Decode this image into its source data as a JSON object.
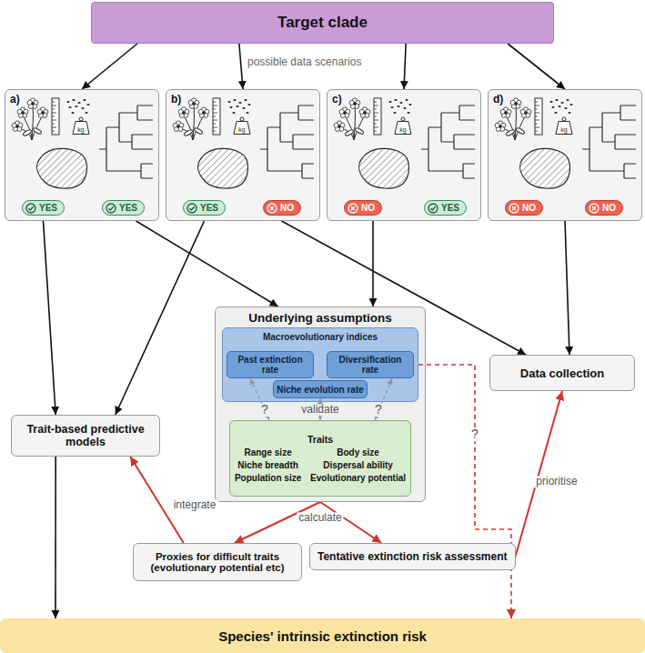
{
  "diagram": {
    "nodes": [
      {
        "text": [
          "Target clade"
        ]
      },
      {
        "text": [
          "a)",
          "YES",
          "YES"
        ]
      },
      {
        "text": [
          "b)",
          "YES",
          "NO"
        ]
      },
      {
        "text": [
          "c)",
          "NO",
          "YES"
        ]
      },
      {
        "text": [
          "d)",
          "NO",
          "NO"
        ]
      },
      {
        "text": [
          "Underlying assumptions"
        ]
      },
      {
        "text": [
          "Macroevolutionary indices"
        ],
        "in": 5
      },
      {
        "text": [
          "Past extinction rate"
        ],
        "in": 6
      },
      {
        "text": [
          "Diversification rate"
        ],
        "in": 6
      },
      {
        "text": [
          "Niche evolution rate"
        ],
        "in": 6
      },
      {
        "text": [
          "Traits",
          "Range size",
          "Body size",
          "Niche breadth",
          "Dispersal ability",
          "Population size",
          "Evolutionary potential"
        ],
        "in": 5
      },
      {
        "text": [
          "Data collection"
        ]
      },
      {
        "text": [
          "Trait-based predictive models"
        ]
      },
      {
        "text": [
          "Proxies for difficult traits (evolutionary potential etc)"
        ]
      },
      {
        "text": [
          "Tentative extinction risk assessment"
        ]
      },
      {
        "text": [
          "Species' intrinsic extinction risk"
        ]
      }
    ],
    "edges": [
      {
        "from": 0,
        "to": 1,
        "arrow": "to"
      },
      {
        "from": 0,
        "to": 2,
        "arrow": "to"
      },
      {
        "from": 0,
        "to": 3,
        "arrow": "to"
      },
      {
        "from": 0,
        "to": 4,
        "arrow": "to"
      },
      {
        "from": 1,
        "to": 12,
        "arrow": "to"
      },
      {
        "from": 1,
        "to": 5,
        "arrow": "to"
      },
      {
        "from": 2,
        "to": 12,
        "arrow": "to"
      },
      {
        "from": 2,
        "to": 11,
        "arrow": "to"
      },
      {
        "from": 3,
        "to": 5,
        "arrow": "to"
      },
      {
        "from": 4,
        "to": 11,
        "arrow": "to"
      },
      {
        "from": 12,
        "to": 15,
        "arrow": "to"
      },
      {
        "from": 13,
        "to": 12,
        "label": "integrate",
        "arrow": "to"
      },
      {
        "from": 5,
        "to": 13,
        "label": "calculate",
        "arrow": "to"
      },
      {
        "from": 5,
        "to": 14,
        "arrow": "to"
      },
      {
        "from": 14,
        "to": 11,
        "label": "prioritise",
        "arrow": "to"
      },
      {
        "from": 6,
        "to": 15,
        "label": "?",
        "arrow": "to"
      },
      {
        "from": 7,
        "to": 10,
        "label": "?",
        "arrow": "both"
      },
      {
        "from": 9,
        "to": 10,
        "label": "validate",
        "arrow": "both"
      },
      {
        "from": 8,
        "to": 10,
        "label": "?",
        "arrow": "both"
      }
    ],
    "labels": [
      "possible data scenarios",
      "kg",
      "kg",
      "kg",
      "kg"
    ]
  }
}
